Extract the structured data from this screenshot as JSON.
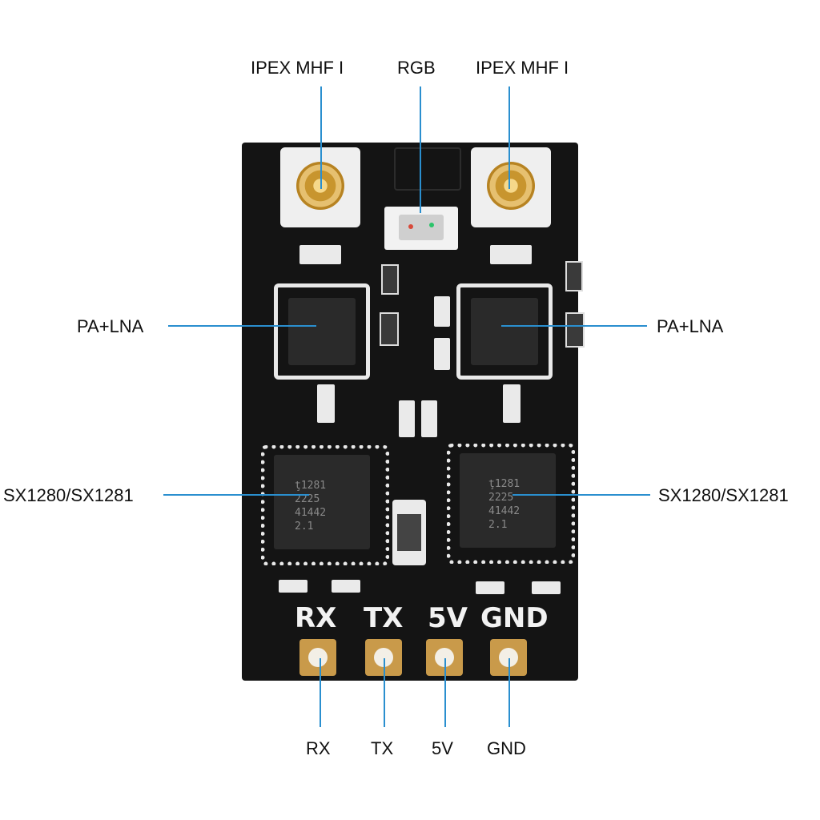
{
  "labels": {
    "ipex_left": "IPEX MHF I",
    "rgb": "RGB",
    "ipex_right": "IPEX MHF I",
    "pa_lna_left": "PA+LNA",
    "pa_lna_right": "PA+LNA",
    "sx_left": "SX1280/SX1281",
    "sx_right": "SX1280/SX1281",
    "rx": "RX",
    "tx": "TX",
    "v5": "5V",
    "gnd": "GND"
  },
  "silkscreen": {
    "rx": "RX",
    "tx": "TX",
    "v5": "5V",
    "gnd": "GND"
  },
  "chip_marking": {
    "left": [
      "ţ1281",
      "2225",
      "41442",
      "2.1"
    ],
    "right": [
      "ţ1281",
      "2225",
      "41442",
      "2.1"
    ]
  },
  "colors": {
    "leader": "#2a8fcf",
    "pcb": "#141414",
    "gold": "#c99a4a"
  }
}
